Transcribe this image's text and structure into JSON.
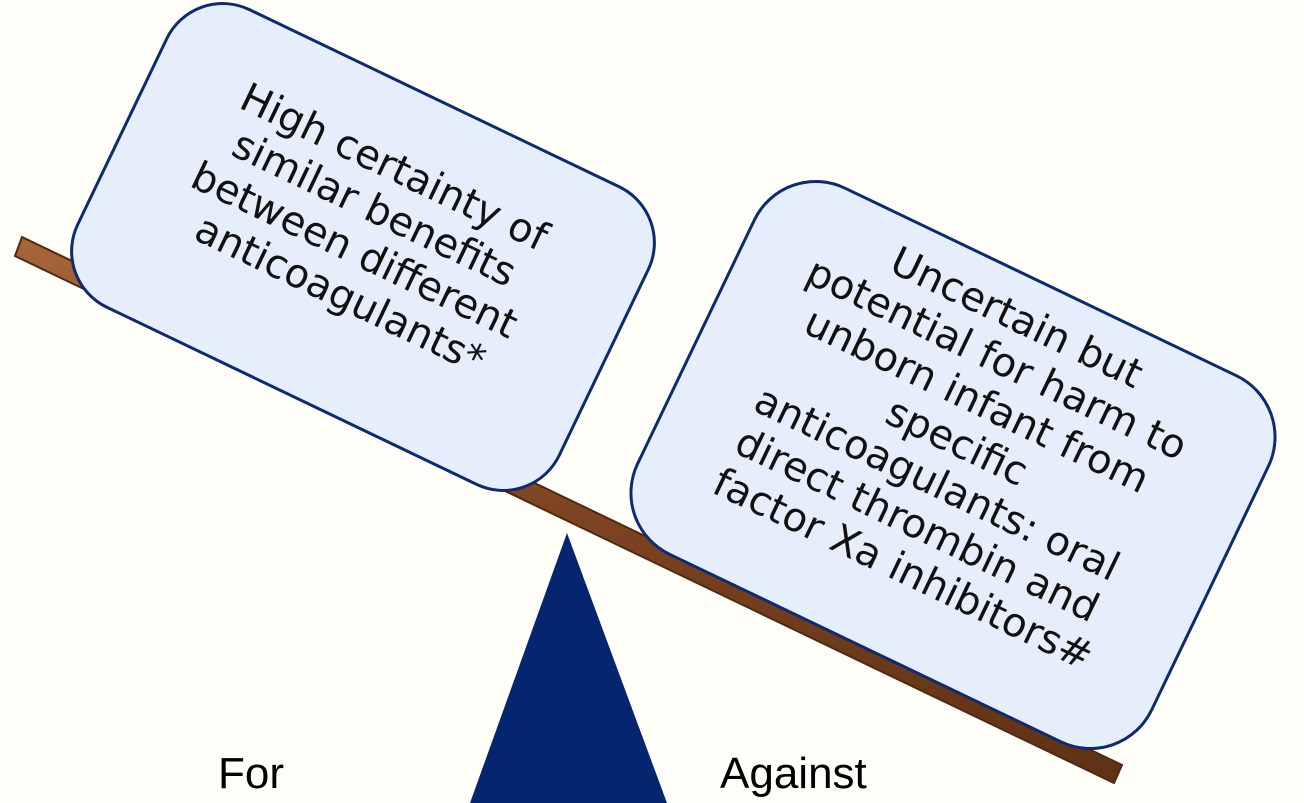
{
  "colors": {
    "background": "#fffef9",
    "card_fill": "#e6eefb",
    "card_stroke": "#0f2b6e",
    "fulcrum": "#05256f",
    "plank": "#8a4d25",
    "plank_edge": "#4f2a10"
  },
  "cards": [
    {
      "id": "benefits",
      "lines": [
        "High certainty of",
        "similar benefits",
        "between different",
        "anticoagulants*"
      ]
    },
    {
      "id": "harms",
      "lines": [
        "Uncertain but",
        "potential for harm to",
        "unborn infant from",
        "specific",
        "anticoagulants: oral",
        "direct thrombin and",
        "factor Xa inhibitors#"
      ]
    }
  ],
  "labels": {
    "for": "For",
    "against": "Against"
  }
}
